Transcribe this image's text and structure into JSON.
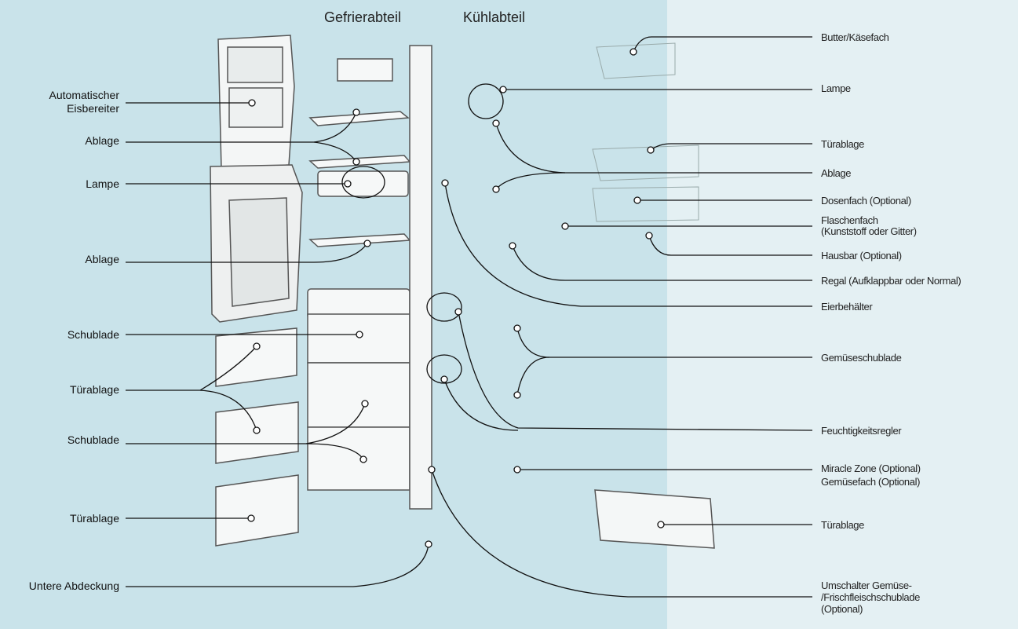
{
  "headers": {
    "freezer": "Gefrierabteil",
    "fridge": "Kühlabteil"
  },
  "left_labels": {
    "ice_maker_line1": "Automatischer",
    "ice_maker_line2": "Eisbereiter",
    "shelf1": "Ablage",
    "lamp": "Lampe",
    "shelf2": "Ablage",
    "drawer1": "Schublade",
    "door_shelf1": "Türablage",
    "drawer2": "Schublade",
    "door_shelf2": "Türablage",
    "lower_cover": "Untere Abdeckung"
  },
  "right_labels": {
    "butter": "Butter/Käsefach",
    "lamp": "Lampe",
    "door_shelf1": "Türablage",
    "shelf": "Ablage",
    "can_tray": "Dosenfach (Optional)",
    "bottle_line1": "Flaschenfach",
    "bottle_line2": "(Kunststoff oder Gitter)",
    "home_bar": "Hausbar (Optional)",
    "rack": "Regal (Aufklappbar oder Normal)",
    "egg": "Eierbehälter",
    "vegetable": "Gemüseschublade",
    "humidity": "Feuchtigkeitsregler",
    "miracle_line1": "Miracle Zone (Optional)",
    "miracle_line2": "Gemüsefach (Optional)",
    "door_shelf2": "Türablage",
    "switch_line1": "Umschalter Gemüse-",
    "switch_line2": "/Frischfleischschublade",
    "switch_line3": "(Optional)"
  },
  "colors": {
    "background": "#c9e3ea",
    "right_panel": "#e6f1f4",
    "line": "#111111",
    "part_fill": "#f4f6f6",
    "part_stroke": "#555555"
  }
}
